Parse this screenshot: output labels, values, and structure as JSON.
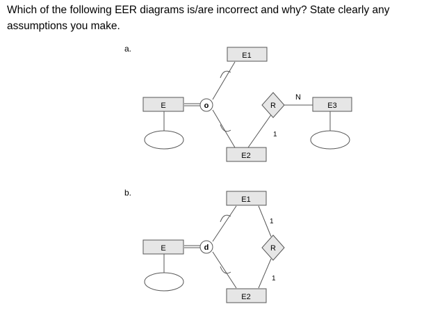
{
  "question": {
    "line1": "Which of the following EER diagrams is/are incorrect and why? State clearly any",
    "line2": "assumptions you make."
  },
  "diagram_a": {
    "label": "a.",
    "entity_e": "E",
    "entity_e1": "E1",
    "entity_e2": "E2",
    "entity_e3": "E3",
    "circle_symbol": "o",
    "relationship": "R",
    "card_n": "N",
    "card_1": "1"
  },
  "diagram_b": {
    "label": "b.",
    "entity_e": "E",
    "entity_e1": "E1",
    "entity_e2": "E2",
    "circle_symbol": "d",
    "relationship": "R",
    "card_top": "1",
    "card_bottom": "1"
  },
  "colors": {
    "entity_fill": "#e6e6e6",
    "relationship_fill": "#e6e6e6",
    "stroke": "#555555",
    "text": "#000000"
  }
}
